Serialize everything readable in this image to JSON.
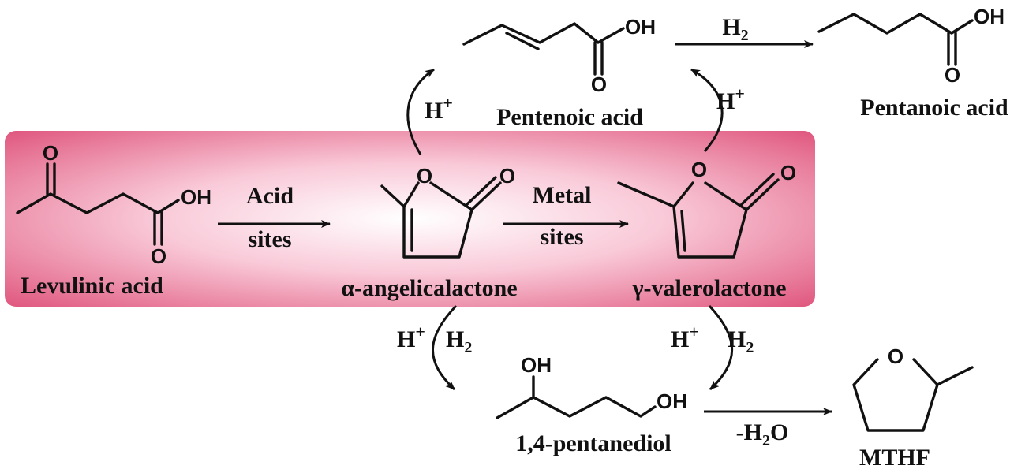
{
  "compounds": {
    "levulinic_acid": "Levulinic acid",
    "angelicalactone": "α-angelicalactone",
    "valerolactone": "γ-valerolactone",
    "pentenoic_acid": "Pentenoic acid",
    "pentanoic_acid": "Pentanoic acid",
    "pentanediol": "1,4-pentanediol",
    "mthf": "MTHF"
  },
  "conditions": {
    "acid_1": "Acid",
    "acid_2": "sites",
    "metal_1": "Metal",
    "metal_2": "sites",
    "h2_sub": "2",
    "h_plus": "H",
    "plus": "+",
    "h": "H",
    "dehydration_prefix": "-H",
    "dehydration_suffix": "O"
  },
  "atoms": {
    "o": "O",
    "oh": "OH"
  },
  "colors": {
    "highlight_edge": "#e0587f",
    "highlight_center": "#ffffff",
    "ink": "#111111"
  }
}
